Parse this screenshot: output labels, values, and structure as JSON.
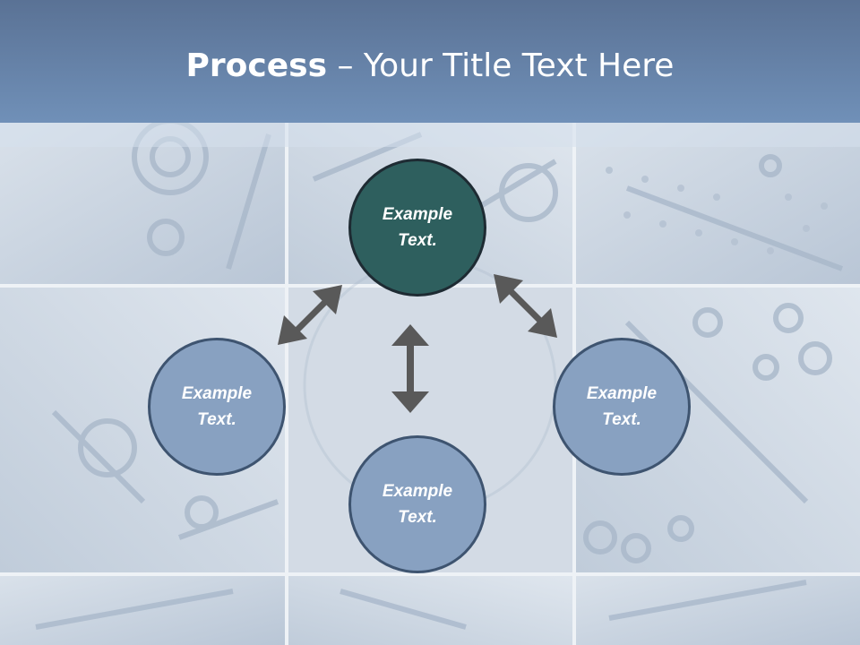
{
  "slide": {
    "title_bold": "Process",
    "title_rest": " – Your Title Text Here"
  },
  "nodes": {
    "top": "Example Text.",
    "left": "Example Text.",
    "right": "Example Text.",
    "bottom": "Example Text."
  },
  "colors": {
    "title_band": "#6a88b0",
    "center_node": "#2e5f5e",
    "outer_node": "#88a1c1",
    "arrow": "#595959"
  }
}
